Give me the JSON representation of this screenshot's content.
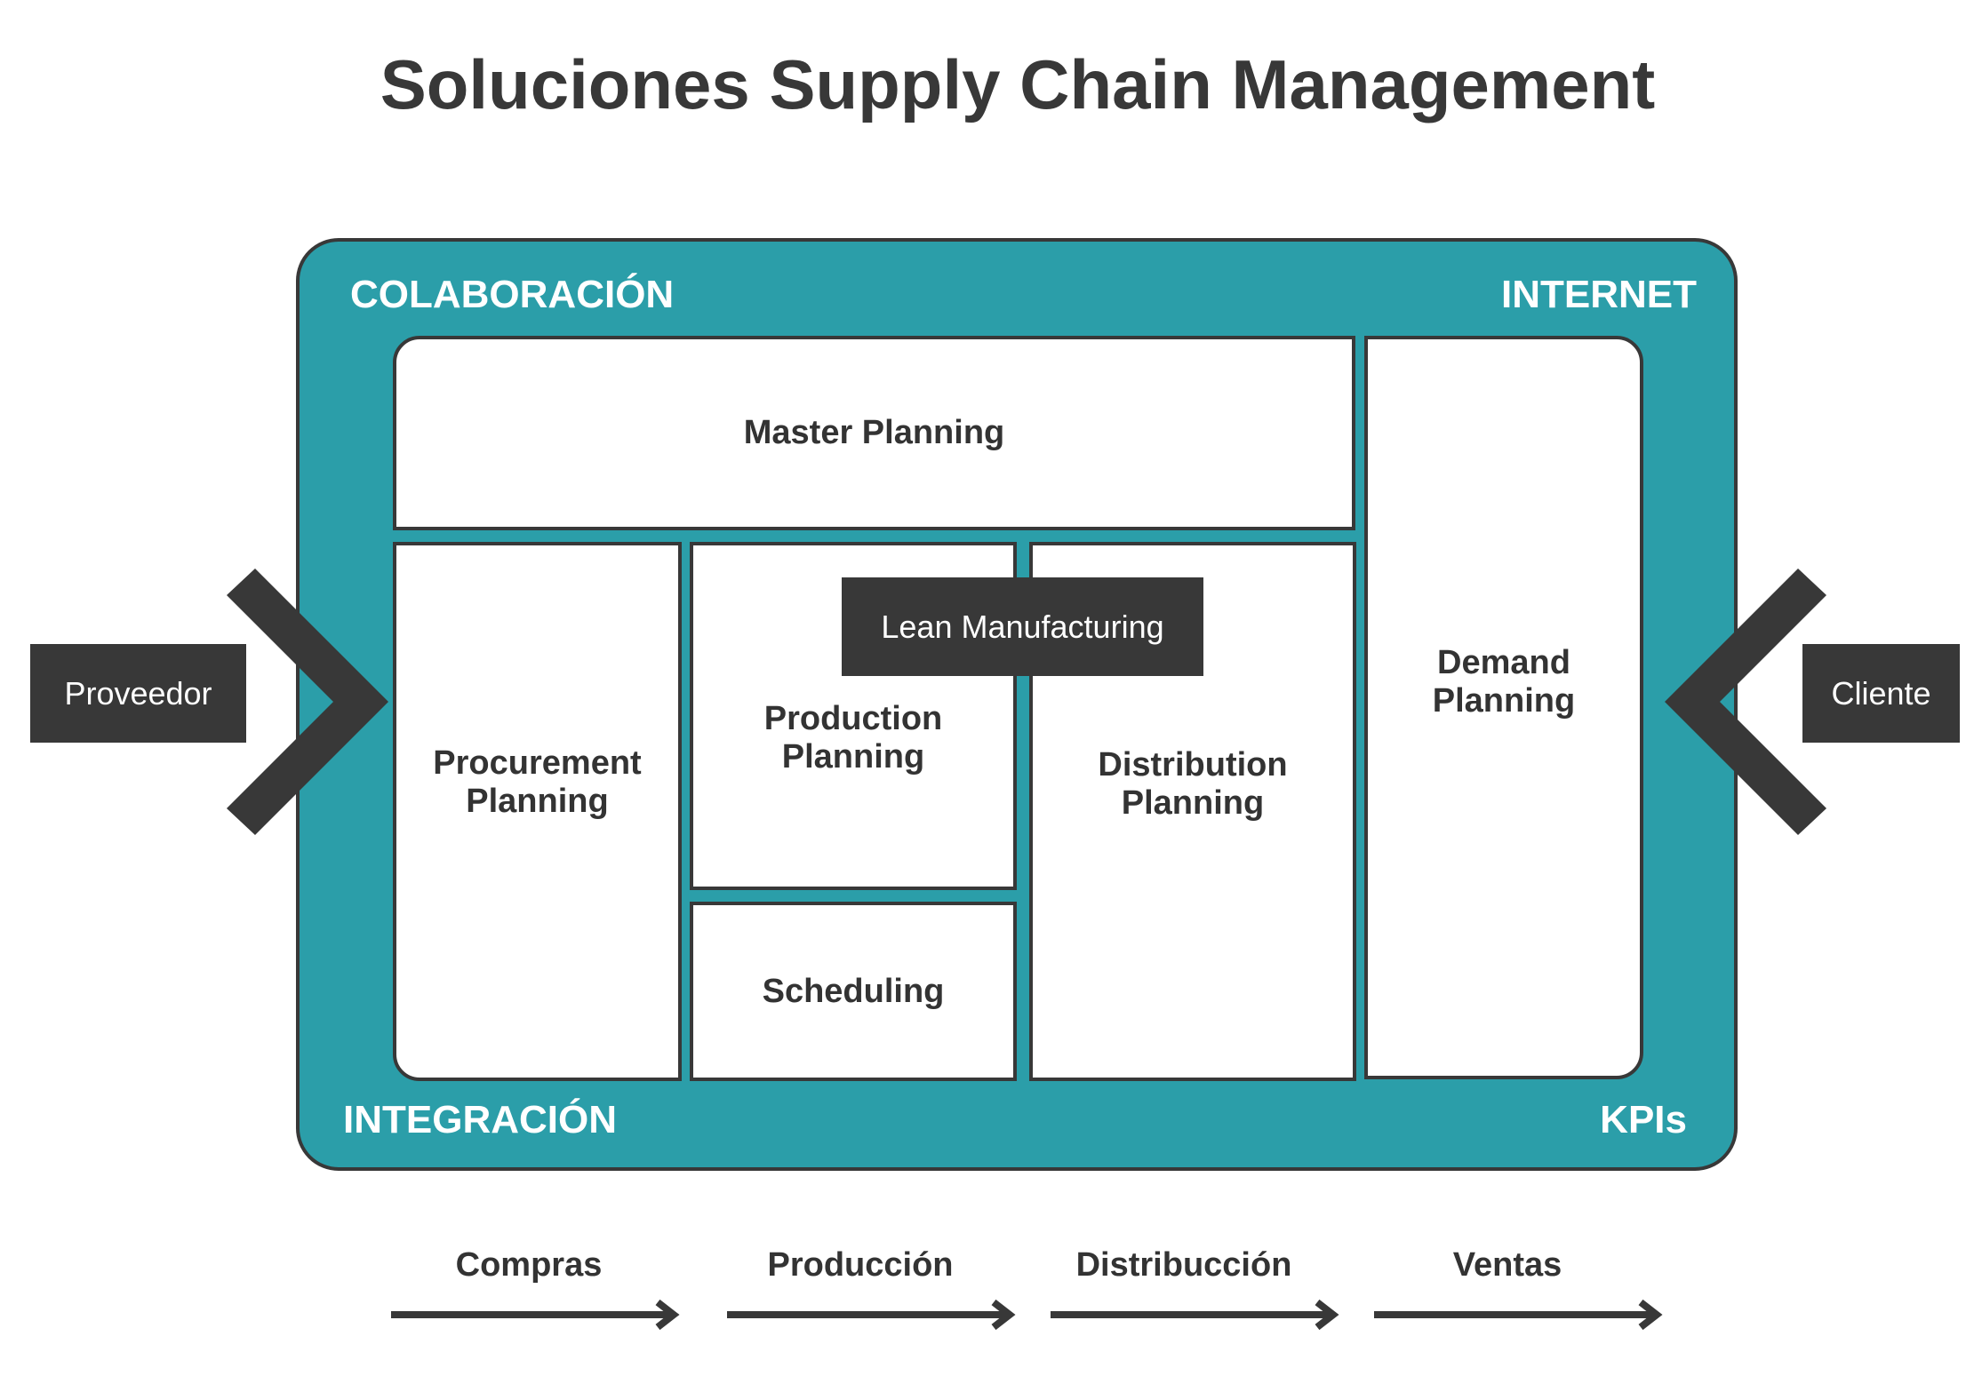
{
  "title": "Soluciones Supply Chain Management",
  "colors": {
    "teal": "#2b9ea9",
    "dark": "#383838",
    "box": "#ffffff"
  },
  "corners": {
    "top_left": "COLABORACIÓN",
    "top_right": "INTERNET",
    "bottom_left": "INTEGRACIÓN",
    "bottom_right": "KPIs"
  },
  "modules": {
    "master": "Master Planning",
    "procurement": "Procurement Planning",
    "production": "Production Planning",
    "scheduling": "Scheduling",
    "distribution": "Distribution Planning",
    "demand": "Demand Planning",
    "lean": "Lean Manufacturing"
  },
  "actors": {
    "left": "Proveedor",
    "right": "Cliente"
  },
  "flow": [
    "Compras",
    "Producción",
    "Distribucción",
    "Ventas"
  ]
}
